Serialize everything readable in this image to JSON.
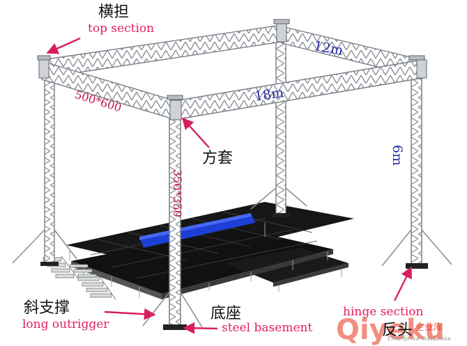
{
  "labels": {
    "top_cn": "横担",
    "top_en": "top section",
    "sleeve_cn": "方套",
    "brace_cn": "斜支撑",
    "brace_en": "long outrigger",
    "base_cn": "底座",
    "base_en": "steel basement",
    "hinge_en": "hinge section",
    "hinge_cn": "反头"
  },
  "dimensions": {
    "width": "12m",
    "length": "18m",
    "height": "6m",
    "top_truss": "500*600",
    "column_truss": "350*350"
  },
  "watermark": {
    "logo": "Qiyeku",
    "tagline_cn": "企业库",
    "tagline_en": "Enterprise Database"
  },
  "colors": {
    "label_red": "#e0205e",
    "arrow_red": "#d81e5b",
    "dim_blue": "#2a2aa8",
    "truss_gray": "#7a7f86",
    "deck_black": "#111111",
    "banner_blue": "#1c3fd6",
    "watermark_red": "#e8331c"
  }
}
